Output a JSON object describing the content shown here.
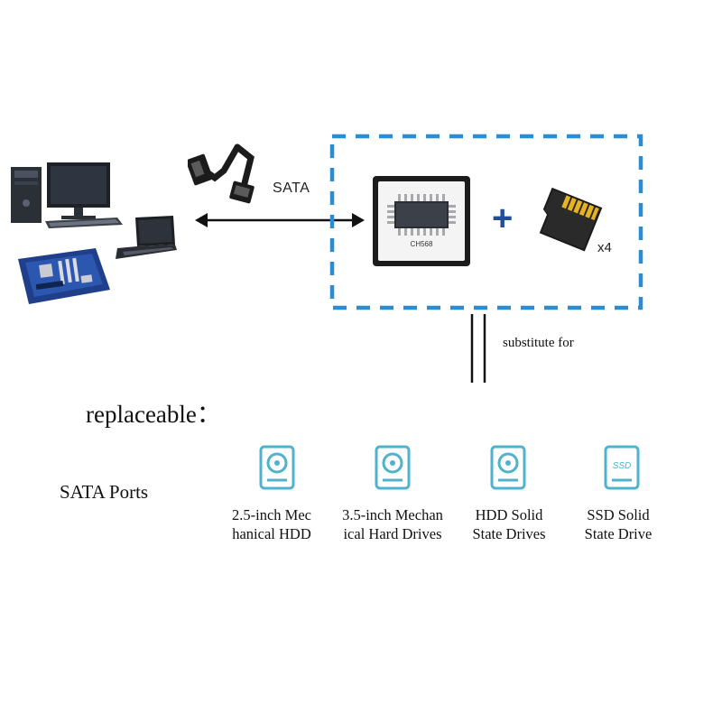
{
  "diagram": {
    "link_label": "SATA",
    "chip_label": "CH568",
    "plus_symbol": "+",
    "card_multiplier": "x4",
    "substitute_label": "substitute for",
    "replaceable_label": "replaceable：",
    "sata_ports_label": "SATA Ports",
    "devices": [
      {
        "line1": "2.5-inch Mec",
        "line2": "hanical HDD",
        "icon": "hdd-icon"
      },
      {
        "line1": "3.5-inch Mechan",
        "line2": "ical Hard Drives",
        "icon": "hdd-icon"
      },
      {
        "line1": "HDD Solid",
        "line2": "State Drives",
        "icon": "hdd-icon"
      },
      {
        "line1": "SSD Solid",
        "line2": "State Drive",
        "icon": "ssd-icon",
        "icon_text": "SSD"
      }
    ],
    "colors": {
      "dashed_box": "#2a8dd4",
      "plus": "#1f4e9c",
      "device_icon": "#4fb3cf"
    }
  }
}
